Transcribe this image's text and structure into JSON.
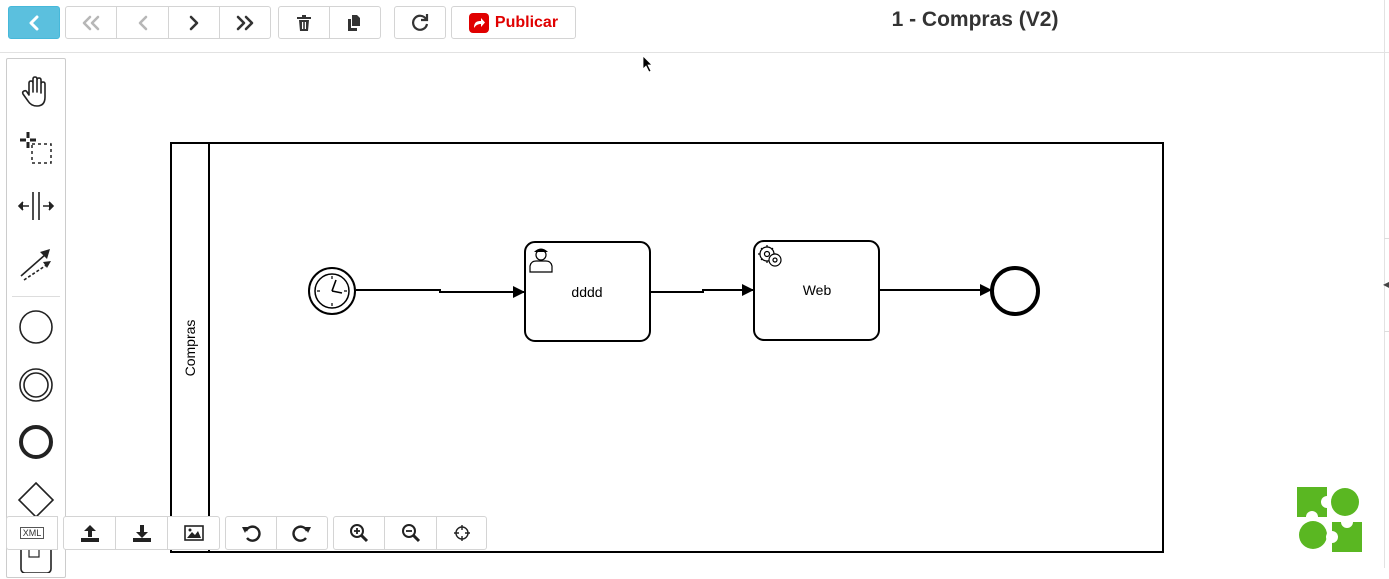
{
  "toolbar": {
    "publish_label": "Publicar",
    "title": "1 - Compras (V2)"
  },
  "diagram": {
    "lane_label": "Compras",
    "user_task_label": "dddd",
    "service_task_label": "Web"
  },
  "bottom_toolbar": {
    "xml_label": "XML"
  },
  "colors": {
    "back_button": "#5bc0de",
    "publish_accent": "#e00000",
    "logo_green": "#5ab722"
  },
  "icons": {
    "toolbar": [
      "chevron-left-icon",
      "double-chevron-left-icon",
      "chevron-left-icon",
      "chevron-right-icon",
      "double-chevron-right-icon",
      "trash-icon",
      "copy-icon",
      "refresh-icon",
      "share-icon"
    ],
    "palette": [
      "hand-tool-icon",
      "lasso-tool-icon",
      "space-tool-icon",
      "global-connect-icon",
      "start-event-icon",
      "intermediate-event-icon",
      "end-event-icon",
      "gateway-icon"
    ],
    "bottom": [
      "xml-icon",
      "upload-icon",
      "download-icon",
      "image-icon",
      "undo-icon",
      "redo-icon",
      "zoom-in-icon",
      "zoom-out-icon",
      "crosshair-icon"
    ]
  }
}
